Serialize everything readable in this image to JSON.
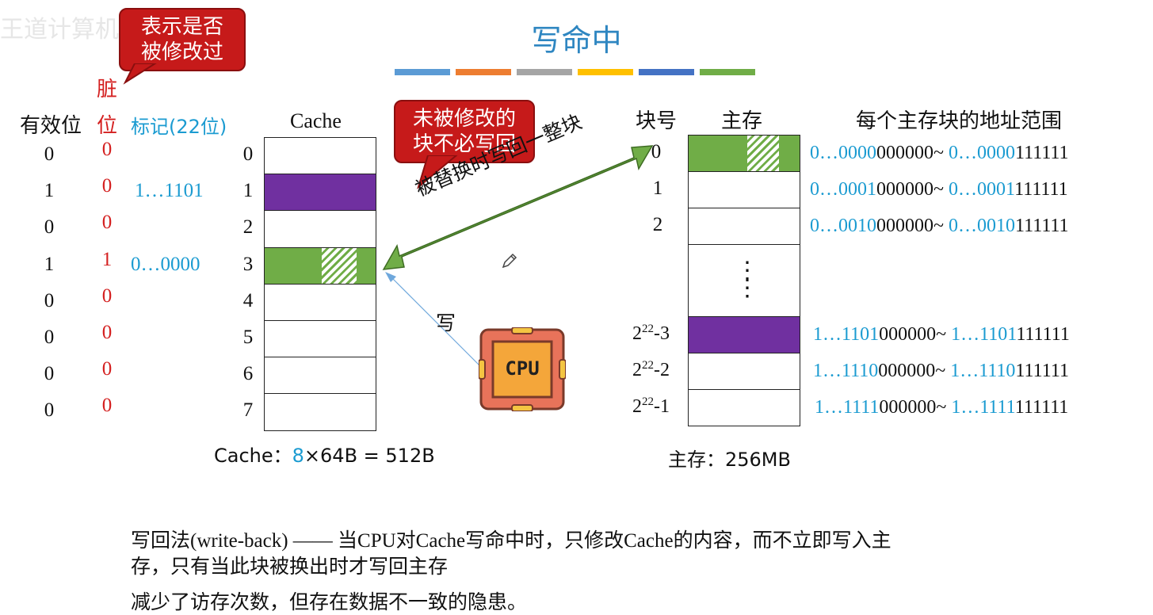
{
  "title": "写命中",
  "watermark": "王道计算机教育 bilibili",
  "stripe_colors": [
    "#5b9bd5",
    "#ed7d31",
    "#a5a5a5",
    "#ffc000",
    "#4472c4",
    "#70ad47"
  ],
  "callouts": {
    "dirty_means": "表示是否\n被修改过",
    "not_modified": "未被修改的\n块不必写回"
  },
  "cache_table": {
    "valid_header": "有效位",
    "dirty_header_1": "脏",
    "dirty_header_2": "位",
    "tag_header": "标记(22位)",
    "cache_header": "Cache",
    "rows": [
      {
        "index": "0",
        "valid": "0",
        "dirty": "0",
        "tag": ""
      },
      {
        "index": "1",
        "valid": "1",
        "dirty": "0",
        "tag": "1…1101"
      },
      {
        "index": "2",
        "valid": "0",
        "dirty": "0",
        "tag": ""
      },
      {
        "index": "3",
        "valid": "1",
        "dirty": "1",
        "tag": "0…0000"
      },
      {
        "index": "4",
        "valid": "0",
        "dirty": "0",
        "tag": ""
      },
      {
        "index": "5",
        "valid": "0",
        "dirty": "0",
        "tag": ""
      },
      {
        "index": "6",
        "valid": "0",
        "dirty": "0",
        "tag": ""
      },
      {
        "index": "7",
        "valid": "0",
        "dirty": "0",
        "tag": ""
      }
    ],
    "size_label": "Cache：",
    "size_highlight": "8",
    "size_rest": "×64B = 512B"
  },
  "arrows": {
    "write_back_label": "被替换时写回一整块",
    "write_label": "写"
  },
  "cpu": {
    "label": "CPU"
  },
  "memory": {
    "block_header": "块号",
    "mem_header": "主存",
    "range_header": "每个主存块的地址范围",
    "rows": [
      {
        "block": "0",
        "range_start_prefix": "0…0000",
        "range_start_suffix": "000000",
        "tilde": "~",
        "range_end_prefix": "0…0000",
        "range_end_suffix": "111111"
      },
      {
        "block": "1",
        "range_start_prefix": "0…0001",
        "range_start_suffix": "000000",
        "tilde": "~",
        "range_end_prefix": "0…0001",
        "range_end_suffix": "111111"
      },
      {
        "block": "2",
        "range_start_prefix": "0…0010",
        "range_start_suffix": "000000",
        "tilde": "~",
        "range_end_prefix": "0…0010",
        "range_end_suffix": "111111"
      },
      {
        "block": "2^22-3",
        "range_start_prefix": "1…1101",
        "range_start_suffix": "000000",
        "tilde": "~",
        "range_end_prefix": "1…1101",
        "range_end_suffix": "111111"
      },
      {
        "block": "2^22-2",
        "range_start_prefix": "1…1110",
        "range_start_suffix": "000000",
        "tilde": "~",
        "range_end_prefix": "1…1110",
        "range_end_suffix": "111111"
      },
      {
        "block": "2^22-1",
        "range_start_prefix": "1…1111",
        "range_start_suffix": "000000",
        "tilde": "~",
        "range_end_prefix": "1…1111",
        "range_end_suffix": "111111"
      }
    ],
    "block_base": "2",
    "block_exp": "22",
    "block_suffixes": [
      "-3",
      "-2",
      "-1"
    ],
    "ellipsis": "⋮",
    "size_label": "主存：",
    "size_value": "256MB"
  },
  "explanation": {
    "line1": "写回法(write-back) —— 当CPU对Cache写命中时，只修改Cache的内容，而不立即写入主",
    "line2": "存，只有当此块被换出时才写回主存",
    "line3": "减少了访存次数，但存在数据不一致的隐患。"
  },
  "colors": {
    "green_block": "#70ad47",
    "purple_block": "#7030a0",
    "callout_red": "#c61a1a",
    "accent_blue": "#1b9bd1"
  }
}
